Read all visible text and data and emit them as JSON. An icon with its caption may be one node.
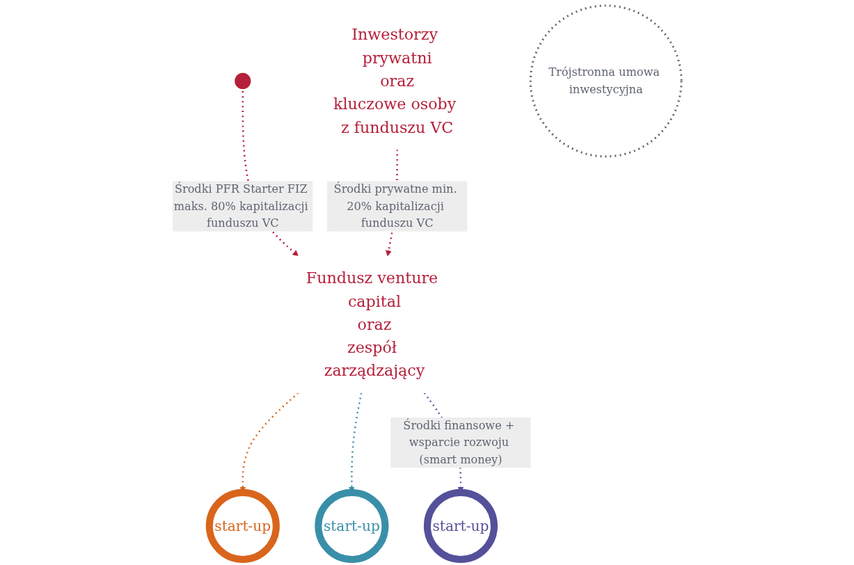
{
  "diagram": {
    "nodes": [
      {
        "text": [],
        "shape": "circle"
      },
      {
        "text": [
          "Inwestorzy prywatni",
          "oraz",
          "kluczowe osoby z funduszu VC"
        ]
      },
      {
        "text": [
          "Trójstronna umowa inwestycyjna"
        ]
      },
      {
        "text": [
          "Fundusz venture capital",
          "oraz",
          "zespół zarządzający"
        ]
      },
      {
        "text": [
          "start-up"
        ]
      },
      {
        "text": [
          "start-up"
        ]
      },
      {
        "text": [
          "start-up"
        ]
      }
    ],
    "edges": [
      {
        "from": 0,
        "to": 3,
        "arrow": "to",
        "style": "dashed",
        "color": "#b5203a",
        "label": "Środki PFR Starter FIZ maks. 80% kapitalizacji funduszu VC"
      },
      {
        "from": 1,
        "to": 3,
        "arrow": "to",
        "style": "dashed",
        "color": "#b5203a",
        "label": "Środki prywatne min. 20% kapitalizacji funduszu VC"
      },
      {
        "from": 3,
        "to": 4,
        "arrow": "to",
        "style": "dashed",
        "color": "#d9651c"
      },
      {
        "from": 3,
        "to": 5,
        "arrow": "to",
        "style": "dashed",
        "color": "#3a8fa8"
      },
      {
        "from": 3,
        "to": 6,
        "arrow": "to",
        "style": "dashed",
        "color": "#54509a",
        "label": "Środki finansowe + wsparcie rozwoju (smart money)"
      }
    ]
  }
}
